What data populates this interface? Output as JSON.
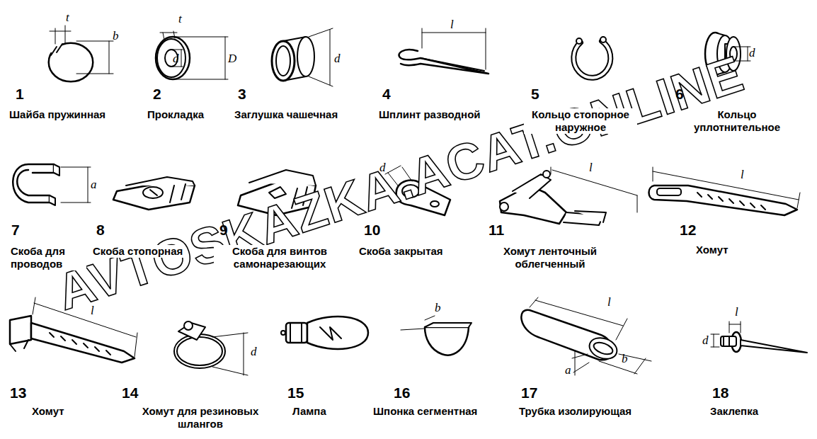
{
  "diagram": {
    "labels": [
      "AVTOSKAZKA.ACAT.ONLINE",
      "t",
      "b",
      "1",
      "Шайба пружинная",
      "t",
      "d",
      "D",
      "2",
      "Прокладка",
      "d",
      "3",
      "Заглушка чашечная",
      "l",
      "4",
      "Шплинт разводной",
      "5",
      "Кольцо стопорное наружное",
      "d",
      "6",
      "Кольцо уплотнительное",
      "a",
      "7",
      "Скоба для проводов",
      "8",
      "Скоба стопорная",
      "9",
      "Скоба для винтов самонарезающих",
      "d",
      "10",
      "Скоба закрытая",
      "l",
      "11",
      "Хомут ленточный облегченный",
      "l",
      "12",
      "Хомут",
      "l",
      "13",
      "Хомут",
      "d",
      "14",
      "Хомут для резиновых шлангов",
      "15",
      "Лампа",
      "b",
      "16",
      "Шпонка сегментная",
      "l",
      "b",
      "a",
      "17",
      "Трубка изолирующая",
      "l",
      "d",
      "18",
      "Заклепка"
    ]
  }
}
